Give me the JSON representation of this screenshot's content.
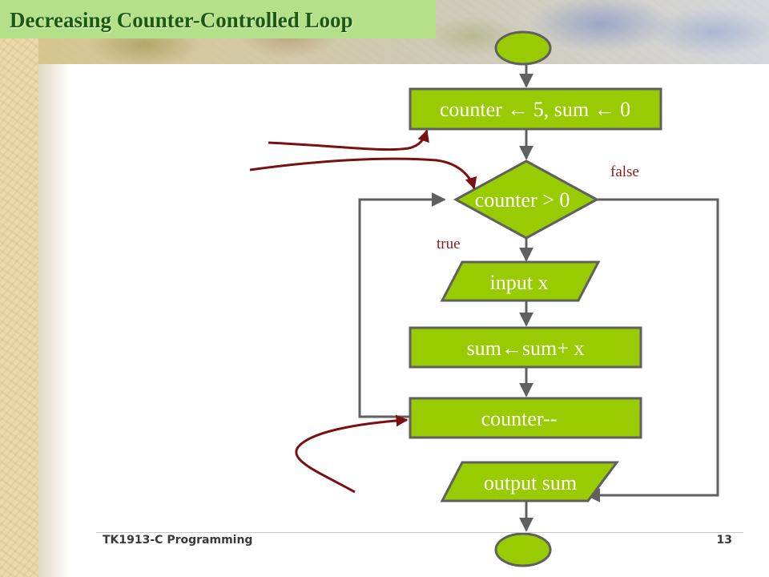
{
  "slide": {
    "title": "Decreasing Counter-Controlled Loop",
    "footer_course": "TK1913-C Programming",
    "page_number": "13"
  },
  "flowchart": {
    "init_label": "counter ← 5, sum ← 0",
    "condition_label": "counter > 0",
    "false_label": "false",
    "true_label": "true",
    "input_label": "input x",
    "accumulate_label": "sum←sum+ x",
    "decrement_label": "counter--",
    "output_label": "output sum"
  },
  "colors": {
    "node_fill": "#99cc00",
    "node_stroke": "#606060",
    "connector": "#606060",
    "annotation_arrow": "#7a1010",
    "title_bg": "#b5e08a",
    "title_text": "#1c5a12"
  }
}
